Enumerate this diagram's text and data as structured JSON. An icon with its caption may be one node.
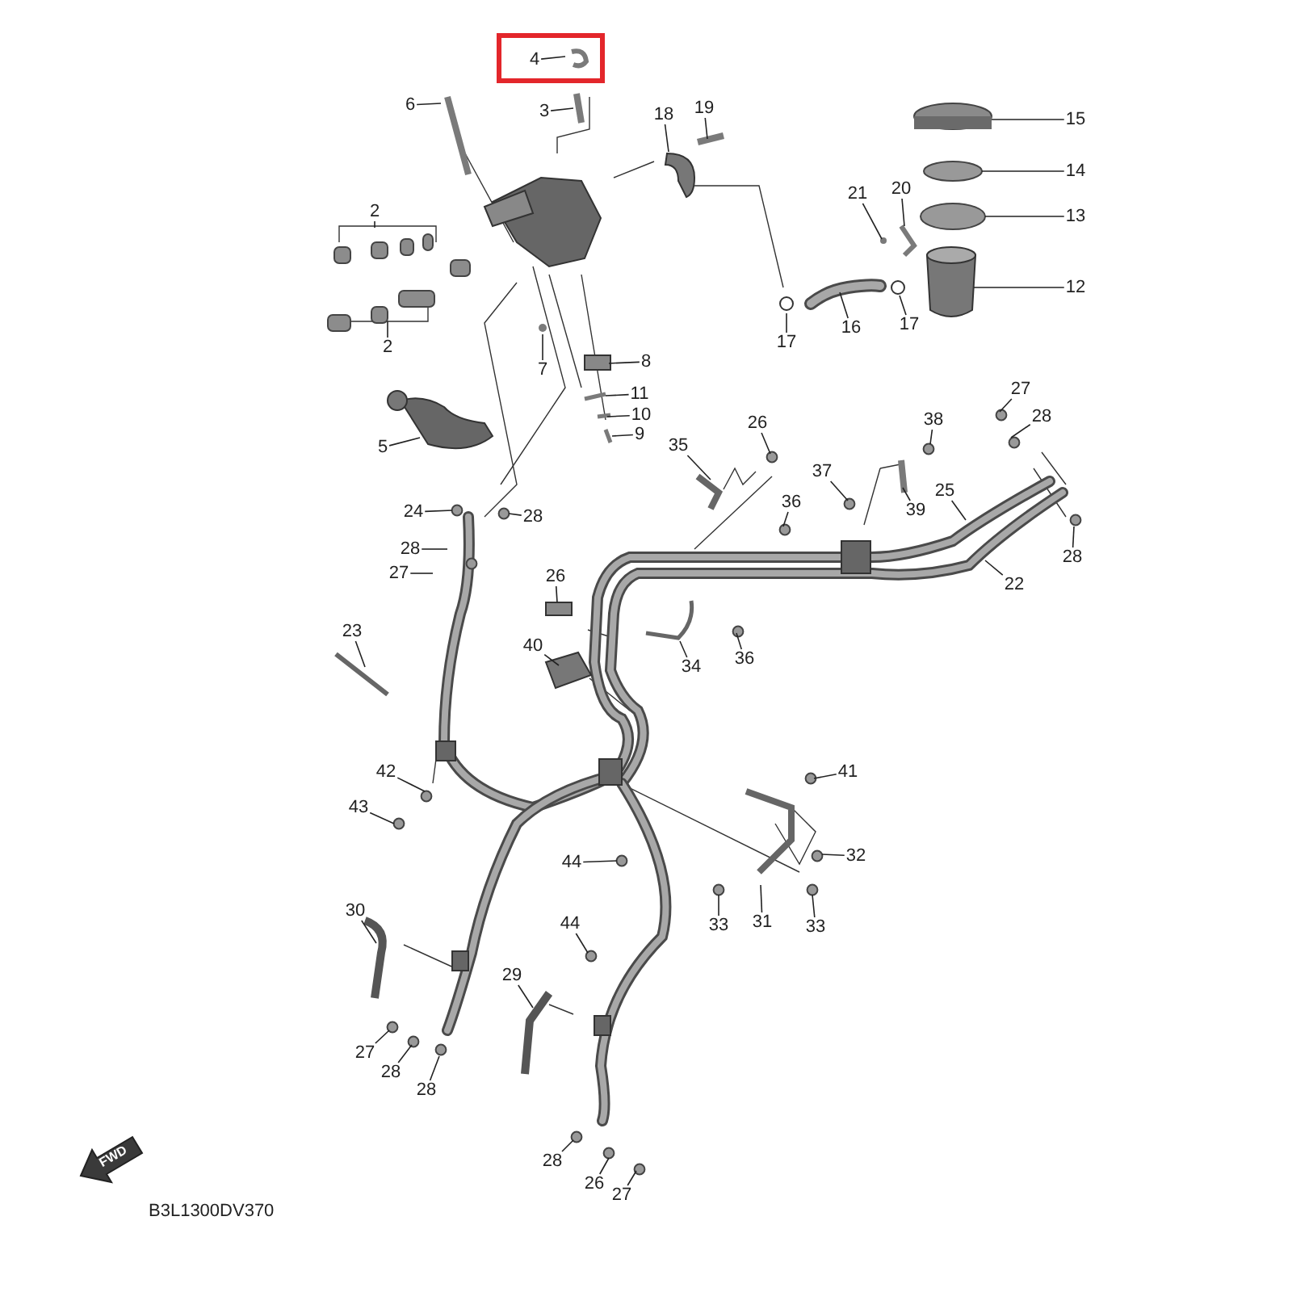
{
  "diagram": {
    "nodes": [
      {
        "text": [
          "4"
        ]
      },
      {
        "text": [
          "6"
        ]
      },
      {
        "text": [
          "3"
        ]
      },
      {
        "text": [
          "18"
        ]
      },
      {
        "text": [
          "19"
        ]
      },
      {
        "text": [
          "15"
        ]
      },
      {
        "text": [
          "14"
        ]
      },
      {
        "text": [
          "21"
        ]
      },
      {
        "text": [
          "20"
        ]
      },
      {
        "text": [
          "2"
        ]
      },
      {
        "text": [
          "13"
        ]
      },
      {
        "text": [
          "12"
        ]
      },
      {
        "text": [
          "16"
        ]
      },
      {
        "text": [
          "17"
        ]
      },
      {
        "text": [
          "2"
        ]
      },
      {
        "text": [
          "17"
        ]
      },
      {
        "text": [
          "8"
        ]
      },
      {
        "text": [
          "7"
        ]
      },
      {
        "text": [
          "27"
        ]
      },
      {
        "text": [
          "11"
        ]
      },
      {
        "text": [
          "10"
        ]
      },
      {
        "text": [
          "28"
        ]
      },
      {
        "text": [
          "38"
        ]
      },
      {
        "text": [
          "26"
        ]
      },
      {
        "text": [
          "9"
        ]
      },
      {
        "text": [
          "35"
        ]
      },
      {
        "text": [
          "5"
        ]
      },
      {
        "text": [
          "37"
        ]
      },
      {
        "text": [
          "25"
        ]
      },
      {
        "text": [
          "36"
        ]
      },
      {
        "text": [
          "39"
        ]
      },
      {
        "text": [
          "24"
        ]
      },
      {
        "text": [
          "28"
        ]
      },
      {
        "text": [
          "28"
        ]
      },
      {
        "text": [
          "28"
        ]
      },
      {
        "text": [
          "27"
        ]
      },
      {
        "text": [
          "26"
        ]
      },
      {
        "text": [
          "22"
        ]
      },
      {
        "text": [
          "23"
        ]
      },
      {
        "text": [
          "40"
        ]
      },
      {
        "text": [
          "36"
        ]
      },
      {
        "text": [
          "34"
        ]
      },
      {
        "text": [
          "42"
        ]
      },
      {
        "text": [
          "41"
        ]
      },
      {
        "text": [
          "43"
        ]
      },
      {
        "text": [
          "44"
        ]
      },
      {
        "text": [
          "32"
        ]
      },
      {
        "text": [
          "30"
        ]
      },
      {
        "text": [
          "31"
        ]
      },
      {
        "text": [
          "44"
        ]
      },
      {
        "text": [
          "33"
        ]
      },
      {
        "text": [
          "33"
        ]
      },
      {
        "text": [
          "29"
        ]
      },
      {
        "text": [
          "27"
        ]
      },
      {
        "text": [
          "28"
        ]
      },
      {
        "text": [
          "28"
        ]
      },
      {
        "text": [
          "28"
        ]
      },
      {
        "text": [
          "26"
        ]
      },
      {
        "text": [
          "27"
        ]
      }
    ],
    "edges": [
      {
        "from": 0,
        "to": null,
        "arrow": "none"
      },
      {
        "from": 1,
        "to": null,
        "arrow": "none"
      },
      {
        "from": 2,
        "to": null,
        "arrow": "none"
      },
      {
        "from": 3,
        "to": null,
        "arrow": "none"
      },
      {
        "from": 4,
        "to": null,
        "arrow": "none"
      },
      {
        "from": 5,
        "to": null,
        "arrow": "none"
      },
      {
        "from": 6,
        "to": null,
        "arrow": "none"
      },
      {
        "from": 7,
        "to": null,
        "arrow": "none"
      },
      {
        "from": 8,
        "to": null,
        "arrow": "none"
      },
      {
        "from": 9,
        "to": null,
        "arrow": "none"
      },
      {
        "from": 10,
        "to": null,
        "arrow": "none"
      },
      {
        "from": 11,
        "to": null,
        "arrow": "none"
      },
      {
        "from": 12,
        "to": null,
        "arrow": "none"
      },
      {
        "from": 13,
        "to": null,
        "arrow": "none"
      },
      {
        "from": 14,
        "to": null,
        "arrow": "none"
      },
      {
        "from": 15,
        "to": null,
        "arrow": "none"
      },
      {
        "from": 16,
        "to": null,
        "arrow": "none"
      },
      {
        "from": 17,
        "to": null,
        "arrow": "none"
      },
      {
        "from": 18,
        "to": null,
        "arrow": "none"
      },
      {
        "from": 19,
        "to": null,
        "arrow": "none"
      },
      {
        "from": 20,
        "to": null,
        "arrow": "none"
      },
      {
        "from": 21,
        "to": null,
        "arrow": "none"
      },
      {
        "from": 22,
        "to": null,
        "arrow": "none"
      },
      {
        "from": 23,
        "to": null,
        "arrow": "none"
      },
      {
        "from": 24,
        "to": null,
        "arrow": "none"
      },
      {
        "from": 25,
        "to": null,
        "arrow": "none"
      },
      {
        "from": 26,
        "to": null,
        "arrow": "none"
      },
      {
        "from": 27,
        "to": null,
        "arrow": "none"
      },
      {
        "from": 28,
        "to": null,
        "arrow": "none"
      },
      {
        "from": 29,
        "to": null,
        "arrow": "none"
      },
      {
        "from": 30,
        "to": null,
        "arrow": "none"
      },
      {
        "from": 31,
        "to": null,
        "arrow": "none"
      },
      {
        "from": 32,
        "to": null,
        "arrow": "none"
      },
      {
        "from": 33,
        "to": null,
        "arrow": "none"
      },
      {
        "from": 34,
        "to": null,
        "arrow": "none"
      },
      {
        "from": 35,
        "to": null,
        "arrow": "none"
      },
      {
        "from": 36,
        "to": null,
        "arrow": "none"
      },
      {
        "from": 37,
        "to": null,
        "arrow": "none"
      },
      {
        "from": 38,
        "to": null,
        "arrow": "none"
      },
      {
        "from": 39,
        "to": null,
        "arrow": "none"
      },
      {
        "from": 40,
        "to": null,
        "arrow": "none"
      },
      {
        "from": 41,
        "to": null,
        "arrow": "none"
      },
      {
        "from": 42,
        "to": null,
        "arrow": "none"
      },
      {
        "from": 43,
        "to": null,
        "arrow": "none"
      },
      {
        "from": 44,
        "to": null,
        "arrow": "none"
      },
      {
        "from": 45,
        "to": null,
        "arrow": "none"
      },
      {
        "from": 46,
        "to": null,
        "arrow": "none"
      },
      {
        "from": 47,
        "to": null,
        "arrow": "none"
      },
      {
        "from": 48,
        "to": null,
        "arrow": "none"
      },
      {
        "from": 49,
        "to": null,
        "arrow": "none"
      },
      {
        "from": 50,
        "to": null,
        "arrow": "none"
      },
      {
        "from": 51,
        "to": null,
        "arrow": "none"
      },
      {
        "from": 52,
        "to": null,
        "arrow": "none"
      },
      {
        "from": 53,
        "to": null,
        "arrow": "none"
      },
      {
        "from": 54,
        "to": null,
        "arrow": "none"
      },
      {
        "from": 55,
        "to": null,
        "arrow": "none"
      },
      {
        "from": 56,
        "to": null,
        "arrow": "none"
      },
      {
        "from": 57,
        "to": null,
        "arrow": "none"
      },
      {
        "from": 58,
        "to": null,
        "arrow": "none"
      }
    ],
    "labels": [
      "FWD",
      "B3L1300DV370"
    ]
  }
}
